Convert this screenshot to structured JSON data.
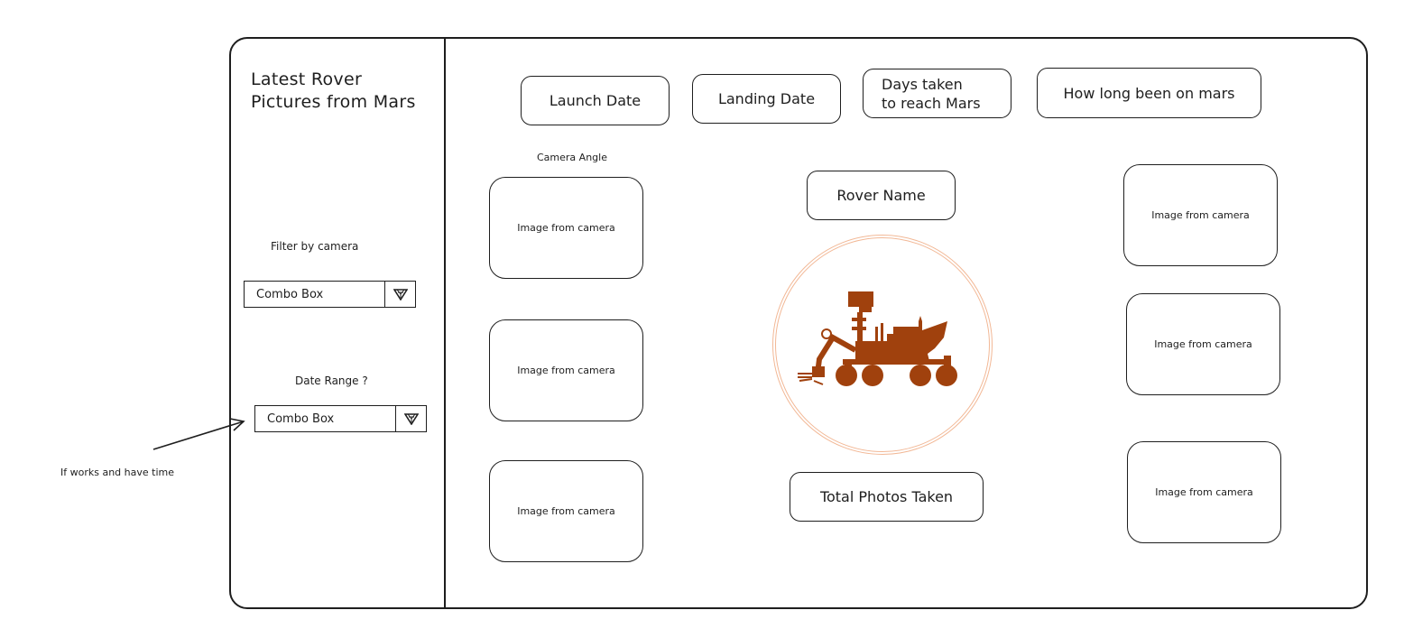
{
  "sidebar": {
    "title_line1": "Latest Rover",
    "title_line2": "Pictures from Mars",
    "filter_label": "Filter by camera",
    "filter_combo": {
      "value": "Combo Box",
      "icon": "dropdown-triangle-icon"
    },
    "date_label": "Date Range ?",
    "date_combo": {
      "value": "Combo Box",
      "icon": "dropdown-triangle-icon"
    }
  },
  "annotation": {
    "note": "If works and have time",
    "arrow_icon": "arrow-icon"
  },
  "stats": {
    "launch_date": "Launch Date",
    "landing_date": "Landing Date",
    "days_to_mars_line1": "Days taken",
    "days_to_mars_line2": "to reach Mars",
    "time_on_mars": "How long been on mars"
  },
  "center": {
    "rover_name": "Rover Name",
    "rover_icon": "mars-rover-icon",
    "total_photos": "Total Photos Taken",
    "accent_color": "#a0410d",
    "ring_color": "#f2b896"
  },
  "camera": {
    "angle_label": "Camera Angle",
    "left_images": [
      "Image from camera",
      "Image from camera",
      "Image from camera"
    ],
    "right_images": [
      "Image from camera",
      "Image from camera",
      "Image from camera"
    ]
  }
}
